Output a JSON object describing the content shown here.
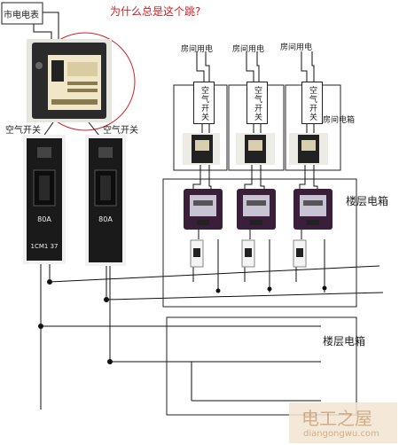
{
  "labels": {
    "meter": "市电电表",
    "question": "为什么总是这个跳?",
    "air_switch_1": "空气开关",
    "air_switch_2": "空气开关",
    "room_power": [
      "房间用电",
      "房间用电",
      "房间用电"
    ],
    "room_air_switch": [
      "空气开关",
      "空气开关",
      "空气开关"
    ],
    "room_box": "房间电箱",
    "floor_box_1": "楼层电箱",
    "floor_box_2": "楼层电箱",
    "breaker_text_1": "80A",
    "breaker_text_2": "80A",
    "breaker_bottom": "1CM1 37"
  },
  "watermark": {
    "title": "电工之屋",
    "url": "diangongwu.com"
  },
  "colors": {
    "annotation_red": "#d22020",
    "wire": "#111111",
    "watermark": "#c9a074"
  }
}
